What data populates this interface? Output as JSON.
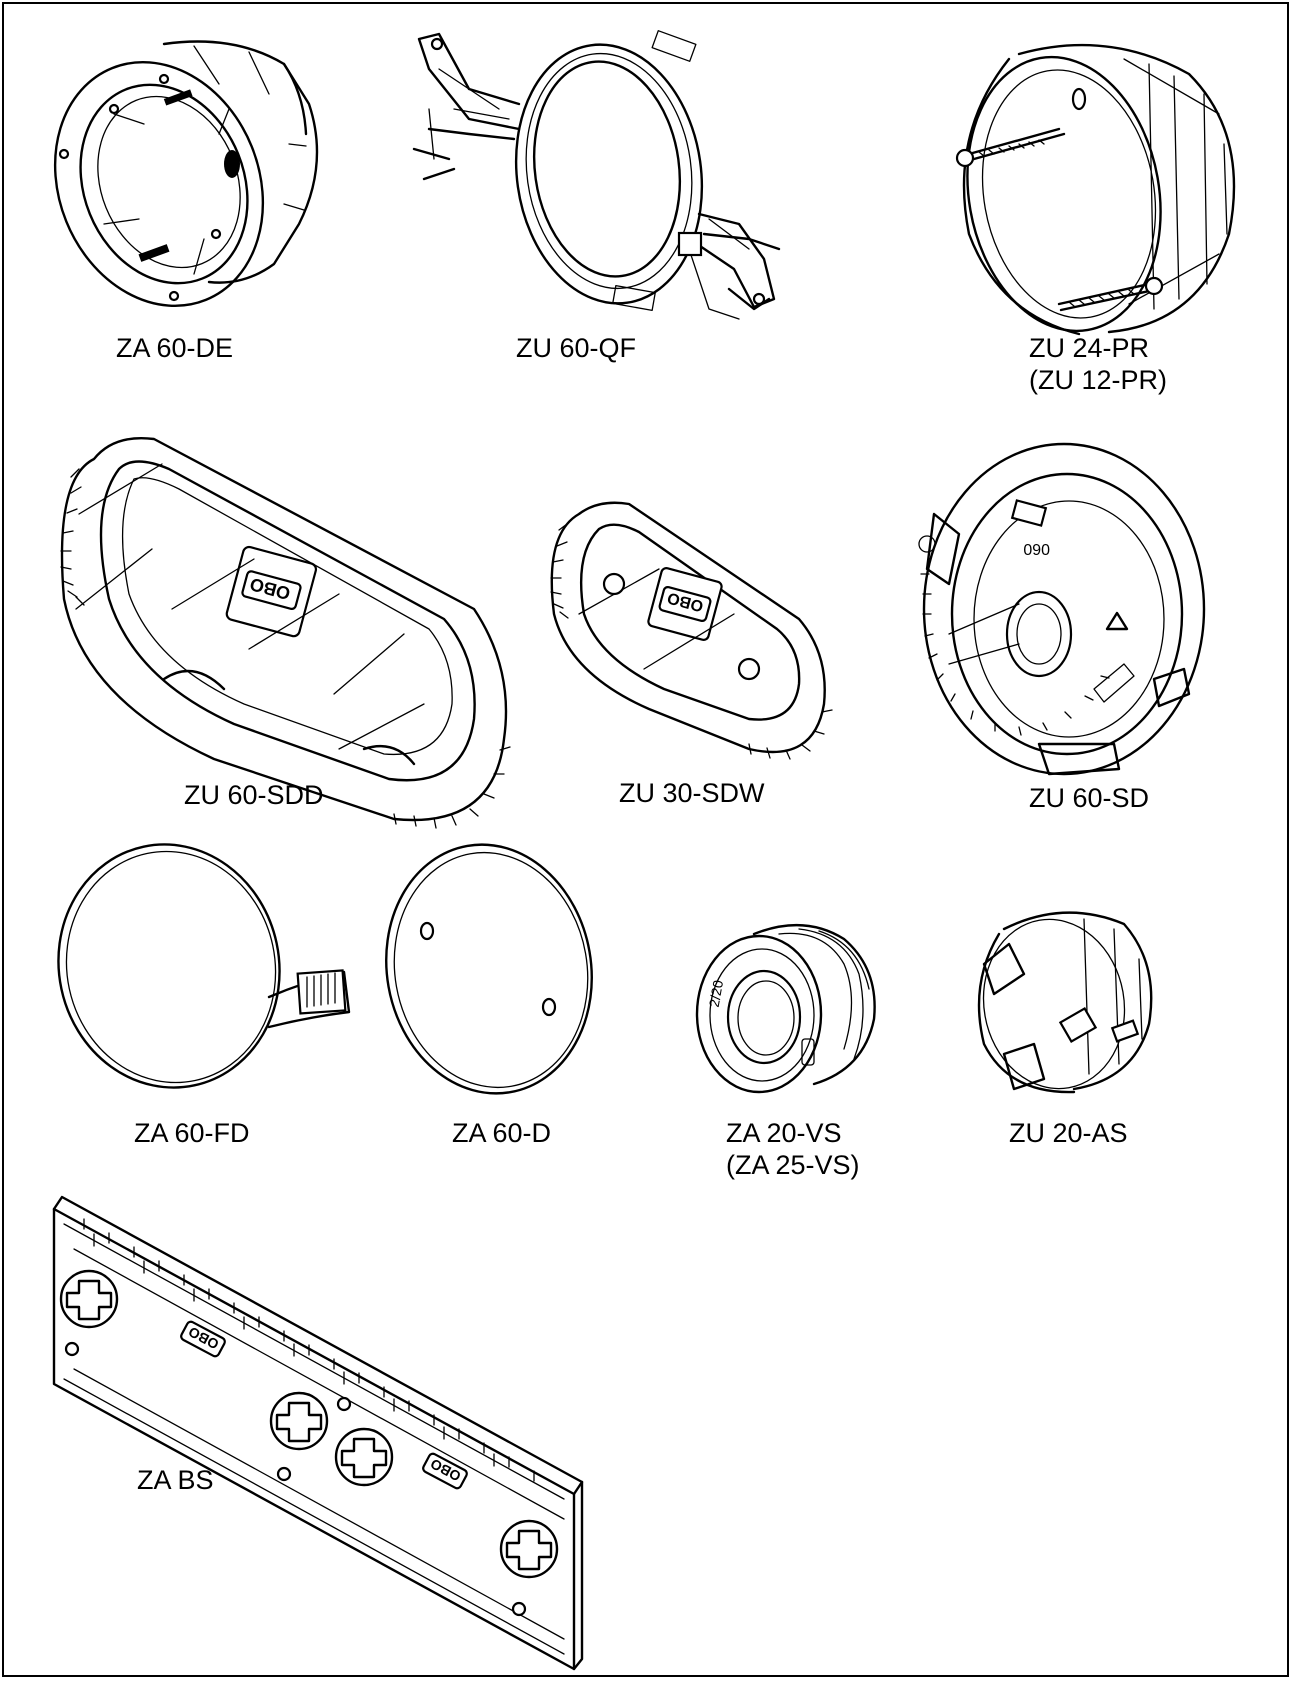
{
  "parts": [
    {
      "id": "za-60-de",
      "lines": [
        "ZA 60-DE"
      ]
    },
    {
      "id": "zu-60-qf",
      "lines": [
        "ZU 60-QF"
      ]
    },
    {
      "id": "zu-24-pr",
      "lines": [
        "ZU 24-PR",
        "(ZU 12-PR)"
      ]
    },
    {
      "id": "zu-60-sdd",
      "lines": [
        "ZU 60-SDD"
      ]
    },
    {
      "id": "zu-30-sdw",
      "lines": [
        "ZU 30-SDW"
      ]
    },
    {
      "id": "zu-60-sd",
      "lines": [
        "ZU 60-SD"
      ]
    },
    {
      "id": "za-60-fd",
      "lines": [
        "ZA 60-FD"
      ]
    },
    {
      "id": "za-60-d",
      "lines": [
        "ZA 60-D"
      ]
    },
    {
      "id": "za-20-vs",
      "lines": [
        "ZA 20-VS",
        "(ZA 25-VS)"
      ]
    },
    {
      "id": "zu-20-as",
      "lines": [
        "ZU 20-AS"
      ]
    },
    {
      "id": "za-bs",
      "lines": [
        "ZA BS"
      ]
    }
  ],
  "brand_mark": "OBO",
  "icons": [
    "mounting-ring-icon",
    "plaster-frame-icon",
    "extension-ring-icon",
    "double-plaster-frame-icon",
    "wide-plaster-frame-icon",
    "single-plaster-frame-icon",
    "cover-with-tab-icon",
    "cover-plate-icon",
    "cable-seal-icon",
    "adapter-ring-icon",
    "drilling-template-icon"
  ]
}
